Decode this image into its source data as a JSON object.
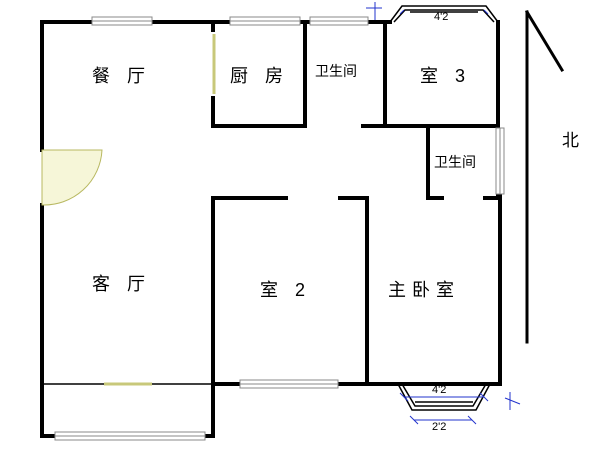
{
  "rooms": {
    "dining": "餐 厅",
    "kitchen": "厨 房",
    "bath_top": "卫生间",
    "room3": "室 3",
    "bath_right": "卫生间",
    "living": "客 厅",
    "room2": "室 2",
    "master": "主卧室"
  },
  "compass": {
    "north": "北"
  },
  "dimensions": {
    "bay_top": "4'2",
    "bay_bottom": "4'2",
    "bay_bottom_inner": "2'2"
  }
}
